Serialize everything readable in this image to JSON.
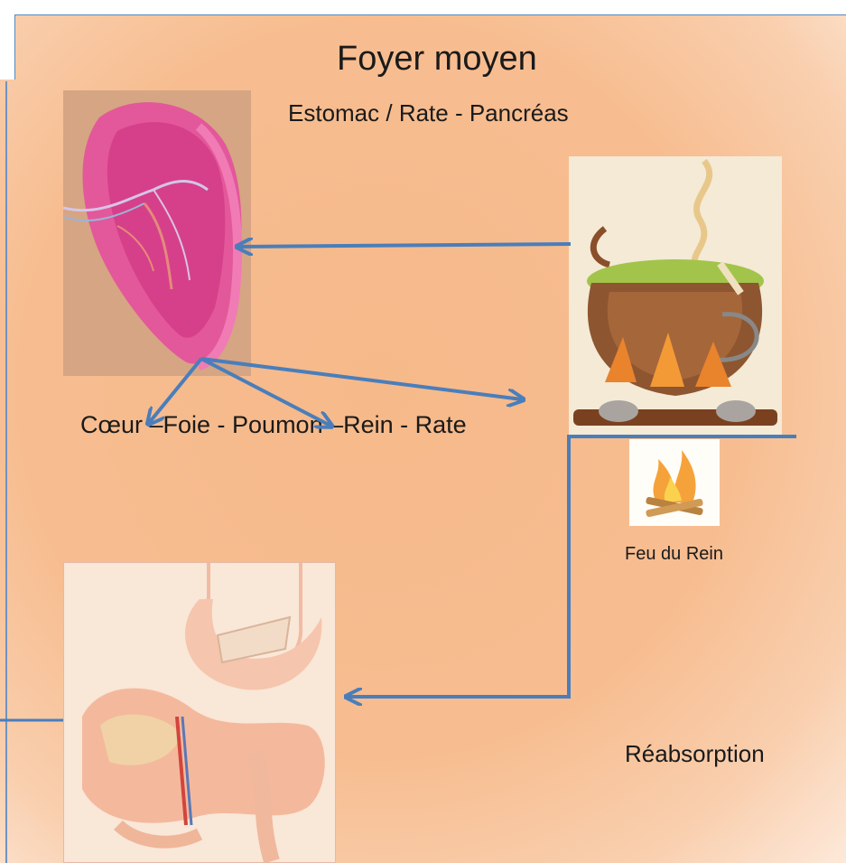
{
  "diagram": {
    "title": "Foyer moyen",
    "subtitle": "Estomac / Rate - Pancréas",
    "organs_line": "Cœur –Foie - Poumon –Rein - Rate",
    "fire_label": "Feu du Rein",
    "reabsorption_label": "Réabsorption"
  },
  "images": {
    "spleen": "spleen-illustration",
    "cauldron": "cauldron-illustration",
    "fire": "fire-icon",
    "stomach": "stomach-pancreas-illustration"
  },
  "colors": {
    "background": "#f7bd90",
    "arrow": "#4a7ebb",
    "frame": "#5b86b8"
  }
}
